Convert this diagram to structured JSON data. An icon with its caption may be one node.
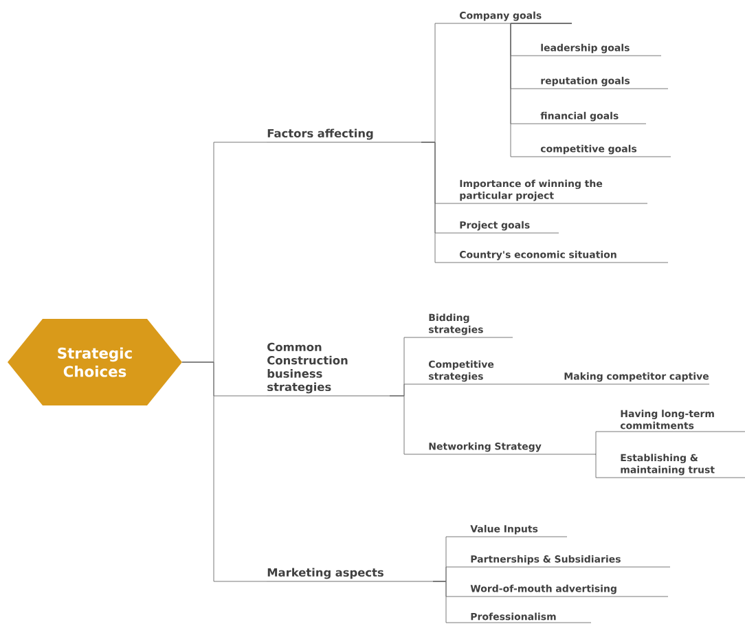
{
  "diagram": {
    "nodes": [
      {
        "text": [
          "Strategic Choices"
        ]
      },
      {
        "text": [
          "Factors affecting"
        ]
      },
      {
        "text": [
          "Company goals"
        ]
      },
      {
        "text": [
          "leadership goals"
        ]
      },
      {
        "text": [
          "reputation goals"
        ]
      },
      {
        "text": [
          "financial goals"
        ]
      },
      {
        "text": [
          "competitive goals"
        ]
      },
      {
        "text": [
          "Importance of winning the particular project"
        ]
      },
      {
        "text": [
          "Project goals"
        ]
      },
      {
        "text": [
          "Country's economic situation"
        ]
      },
      {
        "text": [
          "Common Construction business strategies"
        ]
      },
      {
        "text": [
          "Bidding strategies"
        ]
      },
      {
        "text": [
          "Competitive strategies"
        ]
      },
      {
        "text": [
          "Making competitor captive"
        ]
      },
      {
        "text": [
          "Networking Strategy"
        ]
      },
      {
        "text": [
          "Having long-term commitments"
        ]
      },
      {
        "text": [
          "Establishing & maintaining trust"
        ]
      },
      {
        "text": [
          "Marketing aspects"
        ]
      },
      {
        "text": [
          "Value Inputs"
        ]
      },
      {
        "text": [
          "Partnerships & Subsidiaries"
        ]
      },
      {
        "text": [
          "Word-of-mouth advertising"
        ]
      },
      {
        "text": [
          "Professionalism"
        ]
      }
    ],
    "edges": [
      {
        "from": 0,
        "to": 1,
        "arrow": "none"
      },
      {
        "from": 0,
        "to": 10,
        "arrow": "none"
      },
      {
        "from": 0,
        "to": 17,
        "arrow": "none"
      },
      {
        "from": 1,
        "to": 2,
        "arrow": "none"
      },
      {
        "from": 2,
        "to": 3,
        "arrow": "none"
      },
      {
        "from": 2,
        "to": 4,
        "arrow": "none"
      },
      {
        "from": 2,
        "to": 5,
        "arrow": "none"
      },
      {
        "from": 2,
        "to": 6,
        "arrow": "none"
      },
      {
        "from": 1,
        "to": 7,
        "arrow": "none"
      },
      {
        "from": 1,
        "to": 8,
        "arrow": "none"
      },
      {
        "from": 1,
        "to": 9,
        "arrow": "none"
      },
      {
        "from": 10,
        "to": 11,
        "arrow": "none"
      },
      {
        "from": 10,
        "to": 12,
        "arrow": "none"
      },
      {
        "from": 12,
        "to": 13,
        "arrow": "none"
      },
      {
        "from": 10,
        "to": 14,
        "arrow": "none"
      },
      {
        "from": 14,
        "to": 15,
        "arrow": "none"
      },
      {
        "from": 14,
        "to": 16,
        "arrow": "none"
      },
      {
        "from": 17,
        "to": 18,
        "arrow": "none"
      },
      {
        "from": 17,
        "to": 19,
        "arrow": "none"
      },
      {
        "from": 17,
        "to": 20,
        "arrow": "none"
      },
      {
        "from": 17,
        "to": 21,
        "arrow": "none"
      }
    ]
  }
}
